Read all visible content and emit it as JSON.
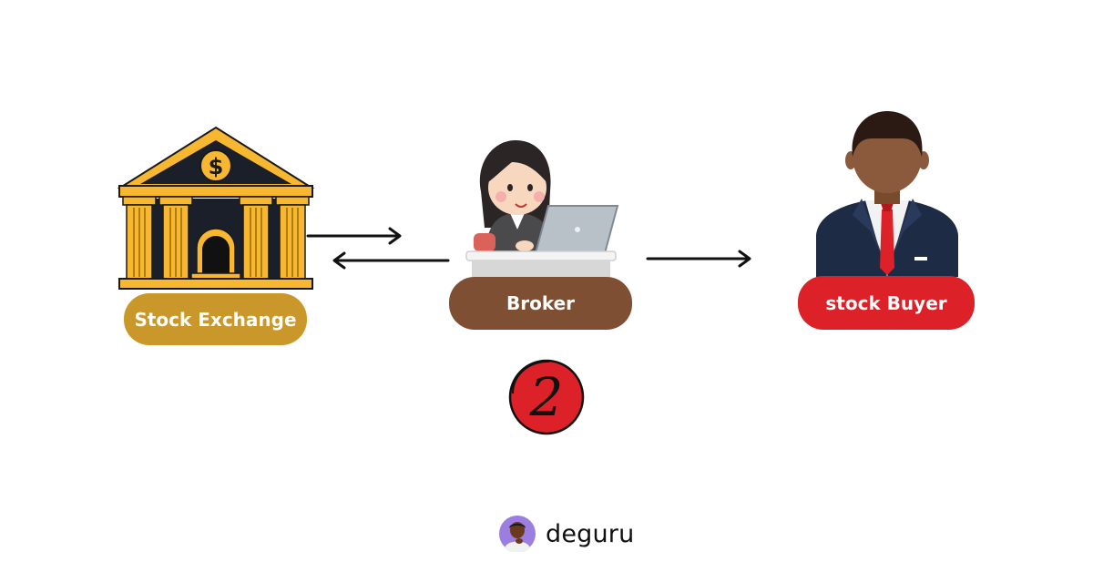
{
  "nodes": {
    "exchange": {
      "label": "Stock Exchange",
      "color": "#c9972a"
    },
    "broker": {
      "label": "Broker",
      "color": "#7f4f33"
    },
    "buyer": {
      "label": "stock Buyer",
      "color": "#dc2228"
    }
  },
  "step_badge": {
    "text": "2",
    "color": "#dc2228"
  },
  "brand": {
    "name": "deguru"
  },
  "icons": {
    "exchange": "bank-building-icon",
    "broker": "broker-at-laptop-icon",
    "buyer": "businessman-icon",
    "logo": "avatar-icon"
  }
}
